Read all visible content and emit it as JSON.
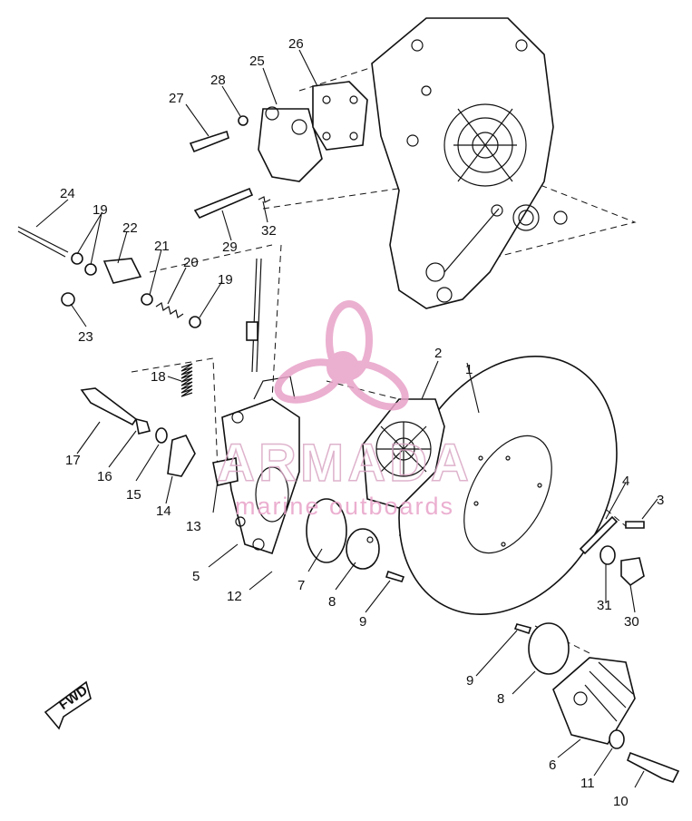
{
  "labels": {
    "p1": "1",
    "p2": "2",
    "p3": "3",
    "p4": "4",
    "p5": "5",
    "p6": "6",
    "p7": "7",
    "p8a": "8",
    "p8b": "8",
    "p9a": "9",
    "p9b": "9",
    "p10": "10",
    "p11": "11",
    "p12": "12",
    "p13": "13",
    "p14": "14",
    "p15": "15",
    "p16": "16",
    "p17": "17",
    "p18": "18",
    "p19a": "19",
    "p19b": "19",
    "p20": "20",
    "p21": "21",
    "p22": "22",
    "p23": "23",
    "p24": "24",
    "p25": "25",
    "p26": "26",
    "p27": "27",
    "p28": "28",
    "p29": "29",
    "p30": "30",
    "p31": "31",
    "p32": "32"
  },
  "fwd_label": "FWD",
  "watermark": {
    "brand": "ARMADA",
    "tagline": "marine outboards",
    "color": "#e8a2c8"
  }
}
